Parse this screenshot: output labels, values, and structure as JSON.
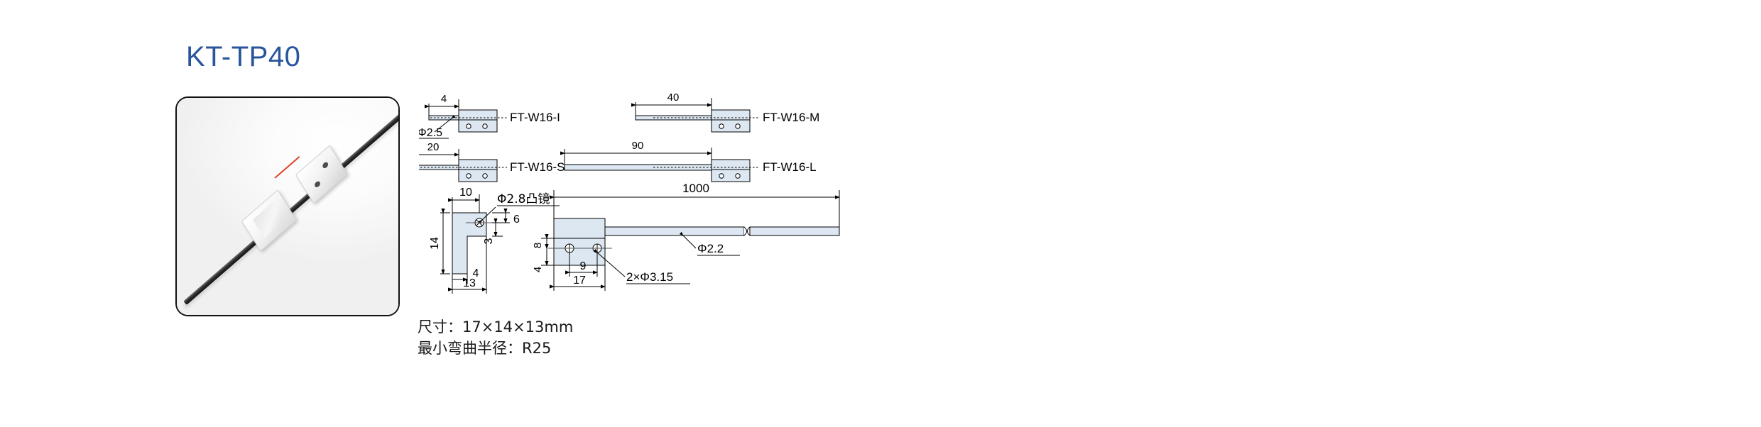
{
  "title": "KT-TP40",
  "title_color": "#28559c",
  "photo": {
    "alt_name": "fiber-optic-sensor-head-photo",
    "components": [
      "emitter-block",
      "receiver-block",
      "fiber-cable",
      "beam-line"
    ]
  },
  "drawing": {
    "variants": [
      {
        "id": "I",
        "label": "FT-W16-I",
        "dim": "4"
      },
      {
        "id": "M",
        "label": "FT-W16-M",
        "dim": "40"
      },
      {
        "id": "S",
        "label": "FT-W16-S",
        "dim": "20"
      },
      {
        "id": "L",
        "label": "FT-W16-L",
        "dim": "90"
      }
    ],
    "fiber_dia_note": "Φ2.5",
    "cable_length": "1000",
    "cable_dia": "Φ2.2",
    "lens_note": "Φ2.8凸镜",
    "hole_note": "2×Φ3.15",
    "side_view_dims": {
      "width_top": "10",
      "height": "14",
      "base_width": "13",
      "notch": "4",
      "lens_offset": "6",
      "lower_step": "3"
    },
    "front_view_dims": {
      "hole_pitch": "9",
      "body_width": "17",
      "hole_from_top": "8",
      "hole_from_bottom": "4"
    }
  },
  "specs": [
    "尺寸：17×14×13mm",
    "最小弯曲半径：R25"
  ],
  "colors": {
    "title": "#28559c",
    "drawing_fill": "#dce7f2",
    "drawing_line": "#000000",
    "beam": "#e0402a"
  }
}
